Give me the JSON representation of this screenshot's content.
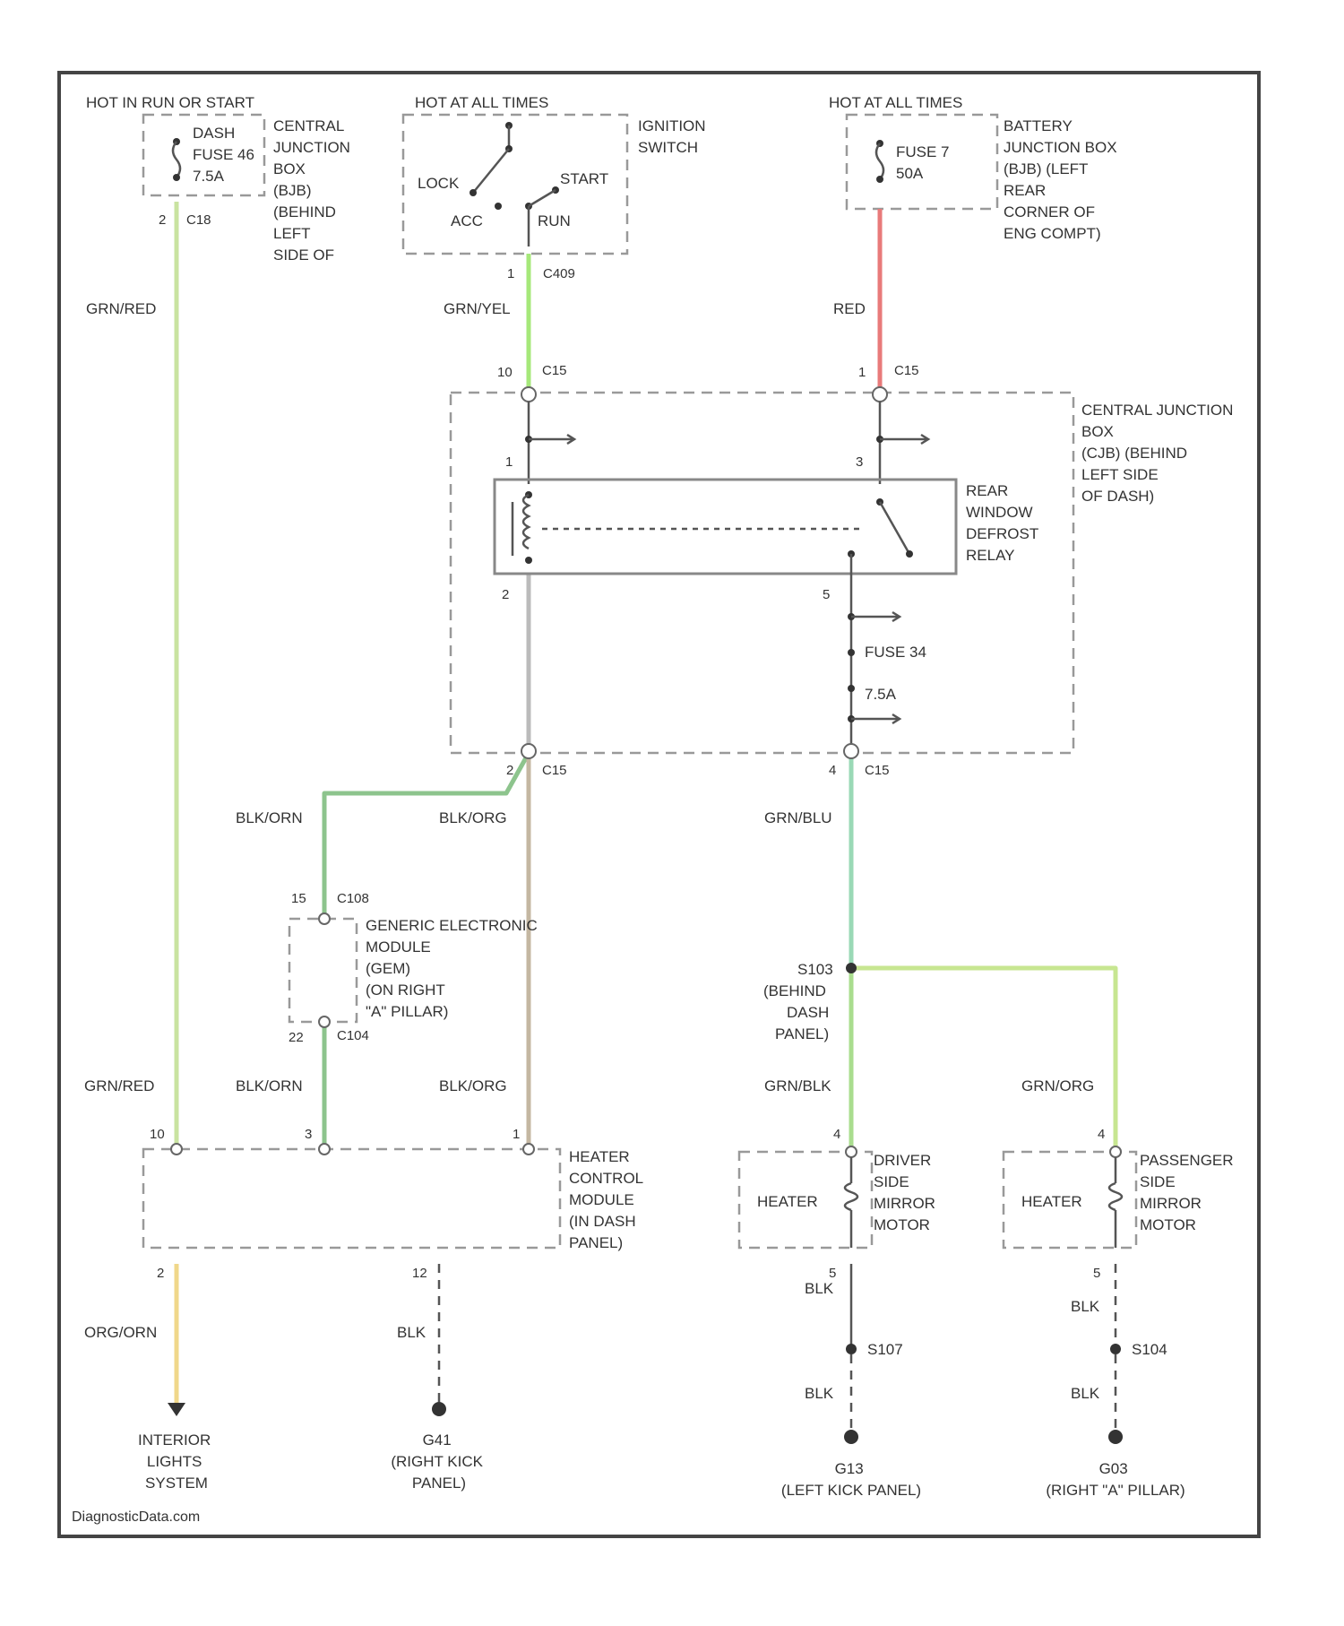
{
  "labels": {
    "hot_run_start": "HOT IN RUN OR START",
    "hot_all_times_1": "HOT AT ALL TIMES",
    "hot_all_times_2": "HOT AT ALL TIMES",
    "dash_fuse": [
      "DASH",
      "FUSE 46",
      "7.5A"
    ],
    "cjb_1": [
      "CENTRAL",
      "JUNCTION",
      "BOX",
      "(BJB)",
      "(BEHIND",
      "LEFT",
      "SIDE OF"
    ],
    "ignition_switch": [
      "IGNITION",
      "SWITCH"
    ],
    "lock": "LOCK",
    "start": "START",
    "acc": "ACC",
    "run": "RUN",
    "fuse_7": [
      "FUSE 7",
      "50A"
    ],
    "battery_jb": [
      "BATTERY",
      "JUNCTION BOX",
      "(BJB) (LEFT",
      "REAR",
      "CORNER OF",
      "ENG COMPT)"
    ],
    "cjb_2": [
      "CENTRAL JUNCTION",
      "BOX",
      "(CJB) (BEHIND",
      "LEFT SIDE",
      "OF DASH)"
    ],
    "rear_relay": [
      "REAR",
      "WINDOW",
      "DEFROST",
      "RELAY"
    ],
    "fuse_34": "FUSE 34",
    "fuse_34_rating": "7.5A",
    "gem": [
      "GENERIC ELECTRONIC",
      "MODULE",
      "(GEM)",
      "(ON RIGHT",
      "\"A\" PILLAR)"
    ],
    "s103": [
      "S103",
      "(BEHIND",
      "DASH",
      "PANEL)"
    ],
    "heater_ctrl": [
      "HEATER",
      "CONTROL",
      "MODULE",
      "(IN DASH",
      "PANEL)"
    ],
    "heater_1": "HEATER",
    "heater_2": "HEATER",
    "driver_mirror": [
      "DRIVER",
      "SIDE",
      "MIRROR",
      "MOTOR"
    ],
    "pass_mirror": [
      "PASSENGER",
      "SIDE",
      "MIRROR",
      "MOTOR"
    ],
    "interior_lights": [
      "INTERIOR",
      "LIGHTS",
      "SYSTEM"
    ],
    "g_right_kick": [
      "G41",
      "(RIGHT KICK",
      "PANEL)"
    ],
    "s107": "S107",
    "s104": "S104",
    "g_left_kick": [
      "G13",
      "(LEFT KICK PANEL)"
    ],
    "g_right_a": [
      "G03",
      "(RIGHT \"A\" PILLAR)"
    ],
    "watermark": "DiagnosticData.com"
  },
  "connectors": {
    "c1": "C18",
    "c2": "C409",
    "c3": "C15",
    "c4": "C15",
    "c5": "C15",
    "c6": "C15",
    "c7": "C108",
    "c8": "C104"
  },
  "pins": {
    "p_dash": "2",
    "p_ign": "1",
    "p_c15_l": "10",
    "p_c15_r": "1",
    "p_relay_1": "1",
    "p_relay_3": "3",
    "p_relay_2": "2",
    "p_relay_5": "5",
    "p_c15_bl": "2",
    "p_c15_br": "4",
    "p_gem_top": "15",
    "p_gem_bot": "22",
    "p_hcm_1": "10",
    "p_hcm_2": "3",
    "p_hcm_3": "1",
    "p_drv_top": "4",
    "p_pass_top": "4",
    "p_hcm_out1": "2",
    "p_hcm_out2": "12",
    "p_drv_bot": "5",
    "p_pass_bot": "5"
  },
  "wires": {
    "w_gnred_top": "GRN/RED",
    "w_grnyel": "GRN/YEL",
    "w_red": "RED",
    "w_blkorn_1": "BLK/ORN",
    "w_blkorg_1": "BLK/ORG",
    "w_grnblu": "GRN/BLU",
    "w_gnred_bot": "GRN/RED",
    "w_blkorn_2": "BLK/ORN",
    "w_blkorg_2": "BLK/ORG",
    "w_grnblk": "GRN/BLK",
    "w_grnorg": "GRN/ORG",
    "w_orgorn": "ORG/ORN",
    "w_blk_1": "BLK",
    "w_blk_2": "BLK",
    "w_blk_3": "BLK",
    "w_blk_4": "BLK",
    "w_blk_5": "BLK"
  },
  "colors": {
    "grn_red": "#c9e3a0",
    "grn_yel": "#a6e87a",
    "red": "#e87a7a",
    "blk_orn": "#8dc48d",
    "blk_org": "#c4b7a2",
    "grn_blu": "#9ad9b6",
    "grn_blk": "#a9dd8e",
    "grn_org": "#c7e691",
    "org_orn": "#f0d78a",
    "blk": "#555555",
    "gray_wire": "#bbbbbb"
  }
}
